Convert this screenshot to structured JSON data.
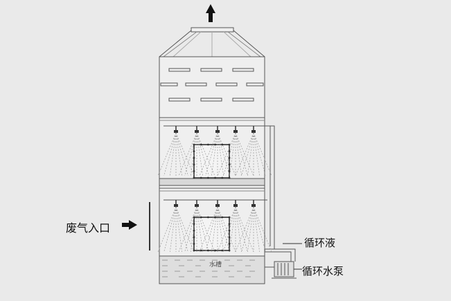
{
  "labels": {
    "gas_inlet": "废气入口",
    "circulating_liquid": "循环液",
    "circulation_pump": "循环水泵",
    "tank_text": "水槽"
  },
  "colors": {
    "background": "#eaeaea",
    "tower_fill": "#efefef",
    "outline": "#555555",
    "arrow": "#111111",
    "spray": "#888888"
  },
  "icons": {
    "exhaust_arrow": "arrow-up-icon",
    "inlet_arrow": "arrow-right-icon",
    "pump": "pump-icon"
  }
}
